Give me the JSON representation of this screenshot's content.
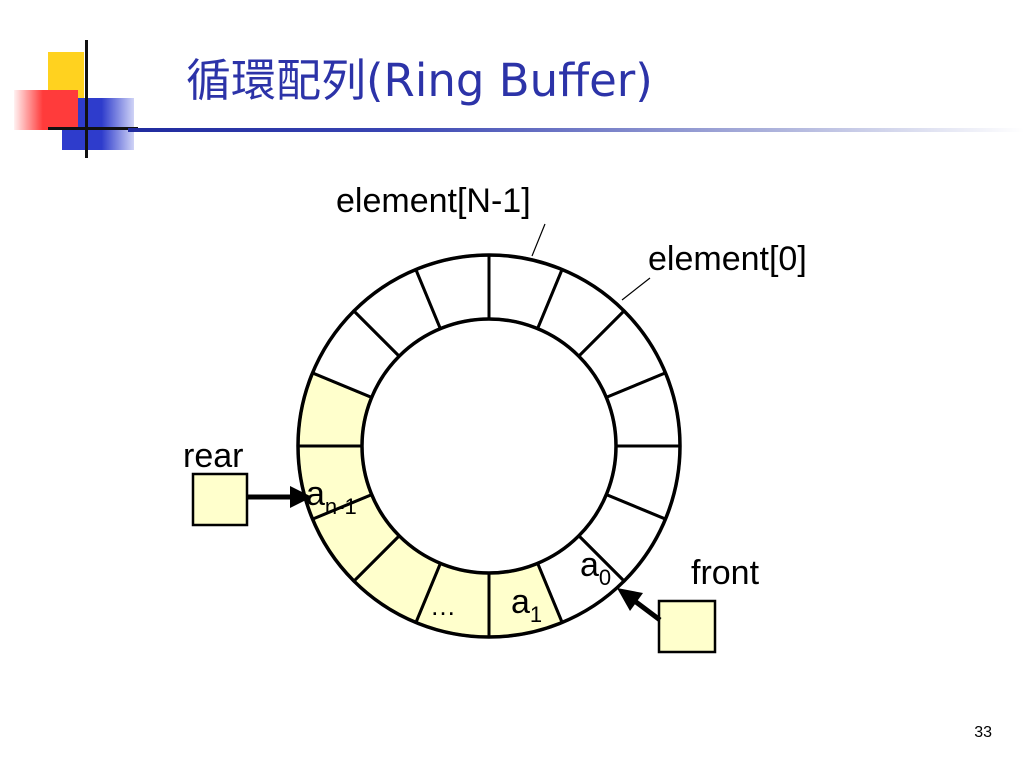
{
  "slide": {
    "title": "循環配列(Ring Buffer)",
    "page_number": "33"
  },
  "diagram": {
    "label_last": "element[N-1]",
    "label_first": "element[0]",
    "rear_label": "rear",
    "front_label": "front",
    "cell_a_n_minus_1_base": "a",
    "cell_a_n_minus_1_sub": "n-1",
    "cell_a0_base": "a",
    "cell_a0_sub": "0",
    "cell_a1_base": "a",
    "cell_a1_sub": "1",
    "cell_ellipsis": "…",
    "fill_color": "#ffffcc",
    "stroke_color": "#000000"
  }
}
